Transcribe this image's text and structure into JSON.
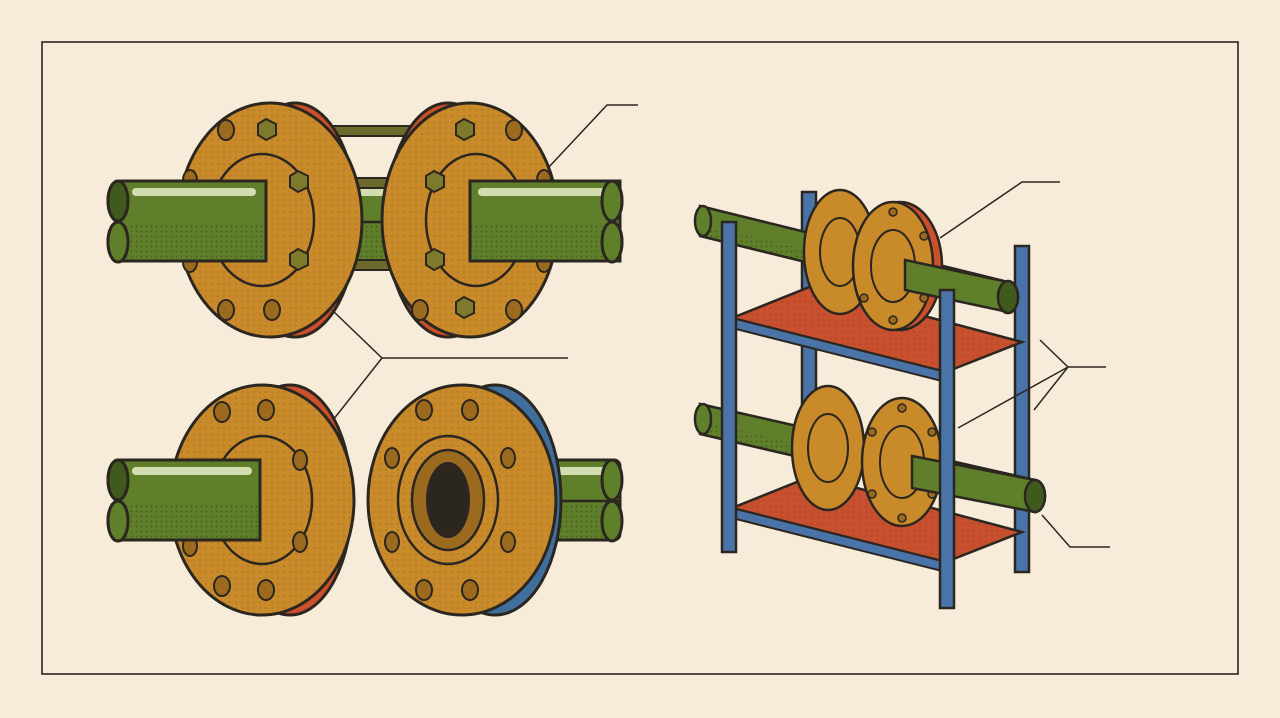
{
  "colors": {
    "background": "#f6ecd9",
    "frame": "#2b2620",
    "outline": "#2b2620",
    "flange_face": "#c98a2a",
    "flange_shadow": "#9c6a1e",
    "gasket_red": "#c9502a",
    "gasket_blue": "#3f6f9c",
    "pipe": "#5f7f2a",
    "pipe_dark": "#3f5a1c",
    "pipe_highlight": "#e8efc8",
    "bolt": "#7d7a2c",
    "rack_post": "#4a73a8",
    "shelf": "#c8502e",
    "callout": "#2b2620"
  },
  "panels": [
    {
      "name": "assembled-flange-joint",
      "gasket": "red",
      "bolted": true
    },
    {
      "name": "separated-flange-pair",
      "gasket_left": "red",
      "gasket_right": "blue",
      "bolted": false
    },
    {
      "name": "storage-rack",
      "shelves": 2,
      "flange_pairs": 2
    }
  ],
  "icons": [
    "hex-bolt-icon",
    "bolt-hole-icon",
    "pipe-icon",
    "rack-icon"
  ],
  "callouts": [
    {
      "name": "callout-top-right"
    },
    {
      "name": "callout-mid-center"
    },
    {
      "name": "callout-rack-top"
    },
    {
      "name": "callout-rack-mid"
    },
    {
      "name": "callout-rack-bottom"
    }
  ]
}
